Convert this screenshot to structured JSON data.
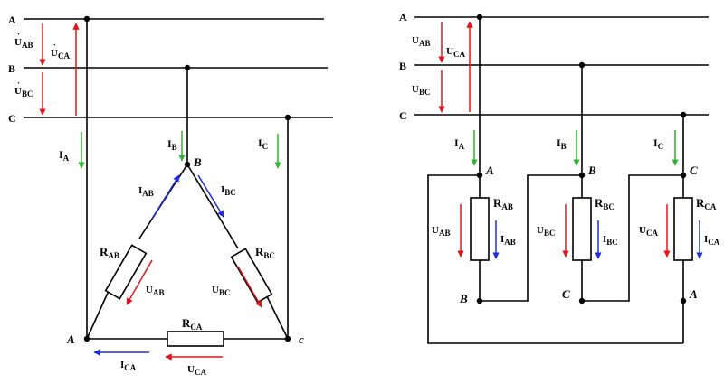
{
  "colors": {
    "wire": "#000000",
    "voltage": "#e0161b",
    "current_line": "#2db52d",
    "current_phase": "#1f2de0"
  },
  "left": {
    "buses": [
      "A",
      "B",
      "C"
    ],
    "line_voltages": [
      {
        "main": "U",
        "sub": "AB"
      },
      {
        "main": "U",
        "sub": "CA"
      },
      {
        "main": "U",
        "sub": "BC"
      }
    ],
    "line_currents": [
      {
        "main": "I",
        "sub": "A"
      },
      {
        "main": "I",
        "sub": "B"
      },
      {
        "main": "I",
        "sub": "C"
      }
    ],
    "nodes": [
      "B",
      "A",
      "c"
    ],
    "resistors": [
      {
        "main": "R",
        "sub": "AB"
      },
      {
        "main": "R",
        "sub": "BC"
      },
      {
        "main": "R",
        "sub": "CA"
      }
    ],
    "phase_currents": [
      {
        "main": "I",
        "sub": "AB"
      },
      {
        "main": "I",
        "sub": "BC"
      },
      {
        "main": "I",
        "sub": "CA"
      }
    ],
    "phase_voltages": [
      {
        "main": "U",
        "sub": "AB"
      },
      {
        "main": "U",
        "sub": "BC"
      },
      {
        "main": "U",
        "sub": "CA"
      }
    ]
  },
  "right": {
    "buses": [
      "A",
      "B",
      "C"
    ],
    "line_voltages": [
      {
        "main": "U",
        "sub": "AB"
      },
      {
        "main": "U",
        "sub": "CA"
      },
      {
        "main": "U",
        "sub": "BC"
      }
    ],
    "line_currents": [
      {
        "main": "I",
        "sub": "A"
      },
      {
        "main": "I",
        "sub": "B"
      },
      {
        "main": "I",
        "sub": "C"
      }
    ],
    "top_nodes": [
      "A",
      "B",
      "C"
    ],
    "bottom_nodes": [
      "B",
      "C",
      "A"
    ],
    "resistors": [
      {
        "main": "R",
        "sub": "AB"
      },
      {
        "main": "R",
        "sub": "BC"
      },
      {
        "main": "R",
        "sub": "CA"
      }
    ],
    "phase_voltages": [
      {
        "main": "U",
        "sub": "AB"
      },
      {
        "main": "U",
        "sub": "BC"
      },
      {
        "main": "U",
        "sub": "CA"
      }
    ],
    "phase_currents": [
      {
        "main": "I",
        "sub": "AB"
      },
      {
        "main": "I",
        "sub": "BC"
      },
      {
        "main": "I",
        "sub": "CA"
      }
    ]
  }
}
